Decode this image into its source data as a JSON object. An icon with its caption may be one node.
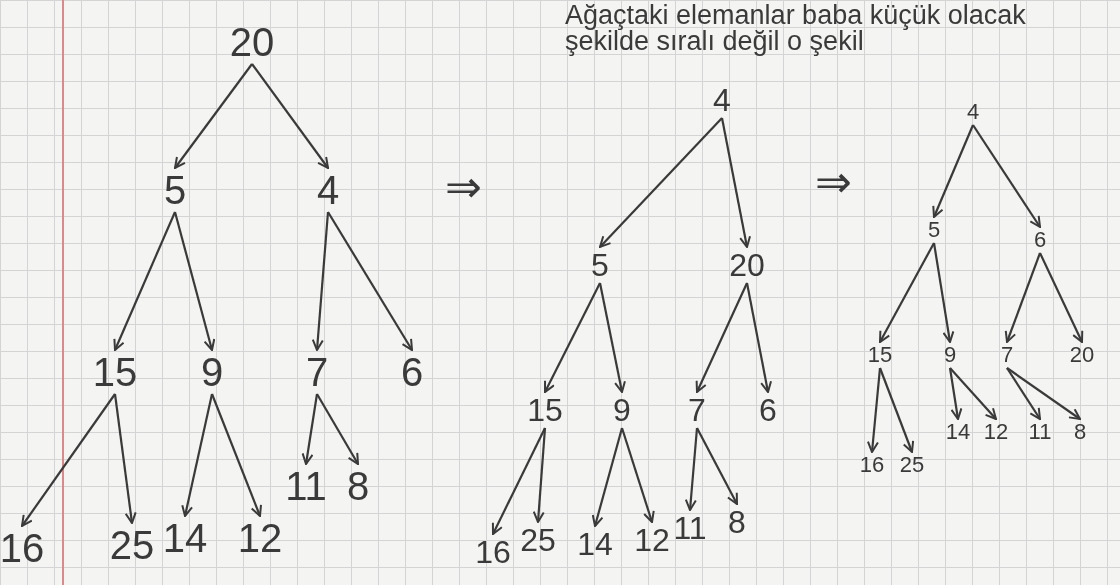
{
  "diagram": {
    "nodes": [
      {
        "text": [
          "20"
        ]
      },
      {
        "text": [
          "5"
        ]
      },
      {
        "text": [
          "4"
        ]
      },
      {
        "text": [
          "15"
        ]
      },
      {
        "text": [
          "9"
        ]
      },
      {
        "text": [
          "7"
        ]
      },
      {
        "text": [
          "6"
        ]
      },
      {
        "text": [
          "16"
        ]
      },
      {
        "text": [
          "25"
        ]
      },
      {
        "text": [
          "14"
        ]
      },
      {
        "text": [
          "12"
        ]
      },
      {
        "text": [
          "11"
        ]
      },
      {
        "text": [
          "8"
        ]
      },
      {
        "text": [
          "4"
        ]
      },
      {
        "text": [
          "5"
        ]
      },
      {
        "text": [
          "20"
        ]
      },
      {
        "text": [
          "15"
        ]
      },
      {
        "text": [
          "9"
        ]
      },
      {
        "text": [
          "7"
        ]
      },
      {
        "text": [
          "6"
        ]
      },
      {
        "text": [
          "16"
        ]
      },
      {
        "text": [
          "25"
        ]
      },
      {
        "text": [
          "14"
        ]
      },
      {
        "text": [
          "12"
        ]
      },
      {
        "text": [
          "11"
        ]
      },
      {
        "text": [
          "8"
        ]
      },
      {
        "text": [
          "4"
        ]
      },
      {
        "text": [
          "5"
        ]
      },
      {
        "text": [
          "6"
        ]
      },
      {
        "text": [
          "15"
        ]
      },
      {
        "text": [
          "9"
        ]
      },
      {
        "text": [
          "7"
        ]
      },
      {
        "text": [
          "20"
        ]
      },
      {
        "text": [
          "16"
        ]
      },
      {
        "text": [
          "25"
        ]
      },
      {
        "text": [
          "14"
        ]
      },
      {
        "text": [
          "12"
        ]
      },
      {
        "text": [
          "11"
        ]
      },
      {
        "text": [
          "8"
        ]
      }
    ],
    "edges": [
      {
        "from": 0,
        "to": 1,
        "arrow": "to"
      },
      {
        "from": 0,
        "to": 2,
        "arrow": "to"
      },
      {
        "from": 1,
        "to": 3,
        "arrow": "to"
      },
      {
        "from": 1,
        "to": 4,
        "arrow": "to"
      },
      {
        "from": 2,
        "to": 5,
        "arrow": "to"
      },
      {
        "from": 2,
        "to": 6,
        "arrow": "to"
      },
      {
        "from": 3,
        "to": 7,
        "arrow": "to"
      },
      {
        "from": 3,
        "to": 8,
        "arrow": "to"
      },
      {
        "from": 4,
        "to": 9,
        "arrow": "to"
      },
      {
        "from": 4,
        "to": 10,
        "arrow": "to"
      },
      {
        "from": 5,
        "to": 11,
        "arrow": "to"
      },
      {
        "from": 5,
        "to": 12,
        "arrow": "to"
      },
      {
        "from": 13,
        "to": 14,
        "arrow": "to"
      },
      {
        "from": 13,
        "to": 15,
        "arrow": "to"
      },
      {
        "from": 14,
        "to": 16,
        "arrow": "to"
      },
      {
        "from": 14,
        "to": 17,
        "arrow": "to"
      },
      {
        "from": 15,
        "to": 18,
        "arrow": "to"
      },
      {
        "from": 15,
        "to": 19,
        "arrow": "to"
      },
      {
        "from": 16,
        "to": 20,
        "arrow": "to"
      },
      {
        "from": 16,
        "to": 21,
        "arrow": "to"
      },
      {
        "from": 17,
        "to": 22,
        "arrow": "to"
      },
      {
        "from": 17,
        "to": 23,
        "arrow": "to"
      },
      {
        "from": 18,
        "to": 24,
        "arrow": "to"
      },
      {
        "from": 18,
        "to": 25,
        "arrow": "to"
      },
      {
        "from": 26,
        "to": 27,
        "arrow": "to"
      },
      {
        "from": 26,
        "to": 28,
        "arrow": "to"
      },
      {
        "from": 27,
        "to": 29,
        "arrow": "to"
      },
      {
        "from": 27,
        "to": 30,
        "arrow": "to"
      },
      {
        "from": 28,
        "to": 31,
        "arrow": "to"
      },
      {
        "from": 28,
        "to": 32,
        "arrow": "to"
      },
      {
        "from": 29,
        "to": 33,
        "arrow": "to"
      },
      {
        "from": 29,
        "to": 34,
        "arrow": "to"
      },
      {
        "from": 30,
        "to": 35,
        "arrow": "to"
      },
      {
        "from": 30,
        "to": 36,
        "arrow": "to"
      },
      {
        "from": 31,
        "to": 37,
        "arrow": "to"
      },
      {
        "from": 31,
        "to": 38,
        "arrow": "to"
      }
    ],
    "labels": [
      "Ağaçtaki elemanlar baba küçük olacak şekilde sıralı değil o şekil",
      "⇒",
      "⇒"
    ]
  }
}
